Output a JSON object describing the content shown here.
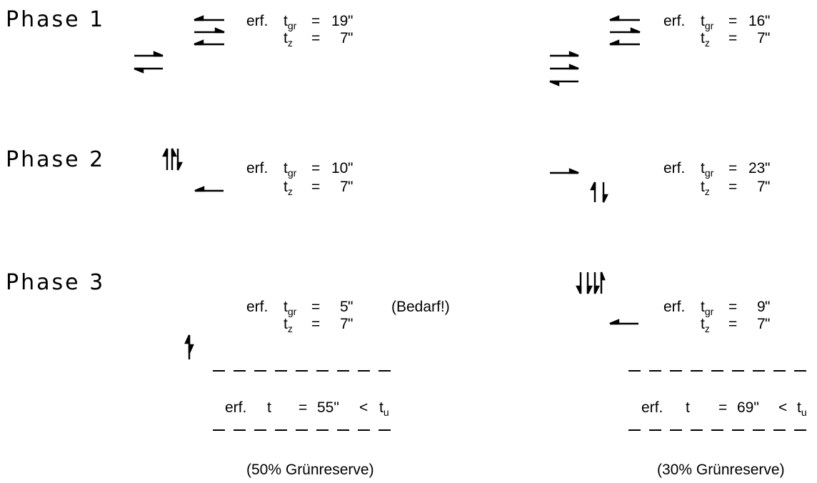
{
  "phases": [
    {
      "label": "Phase 1"
    },
    {
      "label": "Phase 2"
    },
    {
      "label": "Phase 3"
    }
  ],
  "sym": {
    "erf": "erf.",
    "t": "t",
    "gr": "gr",
    "z": "z",
    "eq": "=",
    "sec": "\""
  },
  "left": {
    "p1": {
      "tgr": "19",
      "tz": "7"
    },
    "p2": {
      "tgr": "10",
      "tz": "7"
    },
    "p3": {
      "tgr": "5",
      "tz": "7",
      "note": "(Bedarf!)"
    },
    "total": {
      "erf": "erf.",
      "t": "t",
      "eq": "=",
      "value": "55\"",
      "lt": "<",
      "tu_t": "t",
      "tu_sub": "u"
    },
    "reserve": "(50% Grünreserve)"
  },
  "right": {
    "p1": {
      "tgr": "16",
      "tz": "7"
    },
    "p2": {
      "tgr": "23",
      "tz": "7"
    },
    "p3": {
      "tgr": "9",
      "tz": "7"
    },
    "total": {
      "erf": "erf.",
      "t": "t",
      "eq": "=",
      "value": "69\"",
      "lt": "<",
      "tu_t": "t",
      "tu_sub": "u"
    },
    "reserve": "(30% Grünreserve)"
  }
}
